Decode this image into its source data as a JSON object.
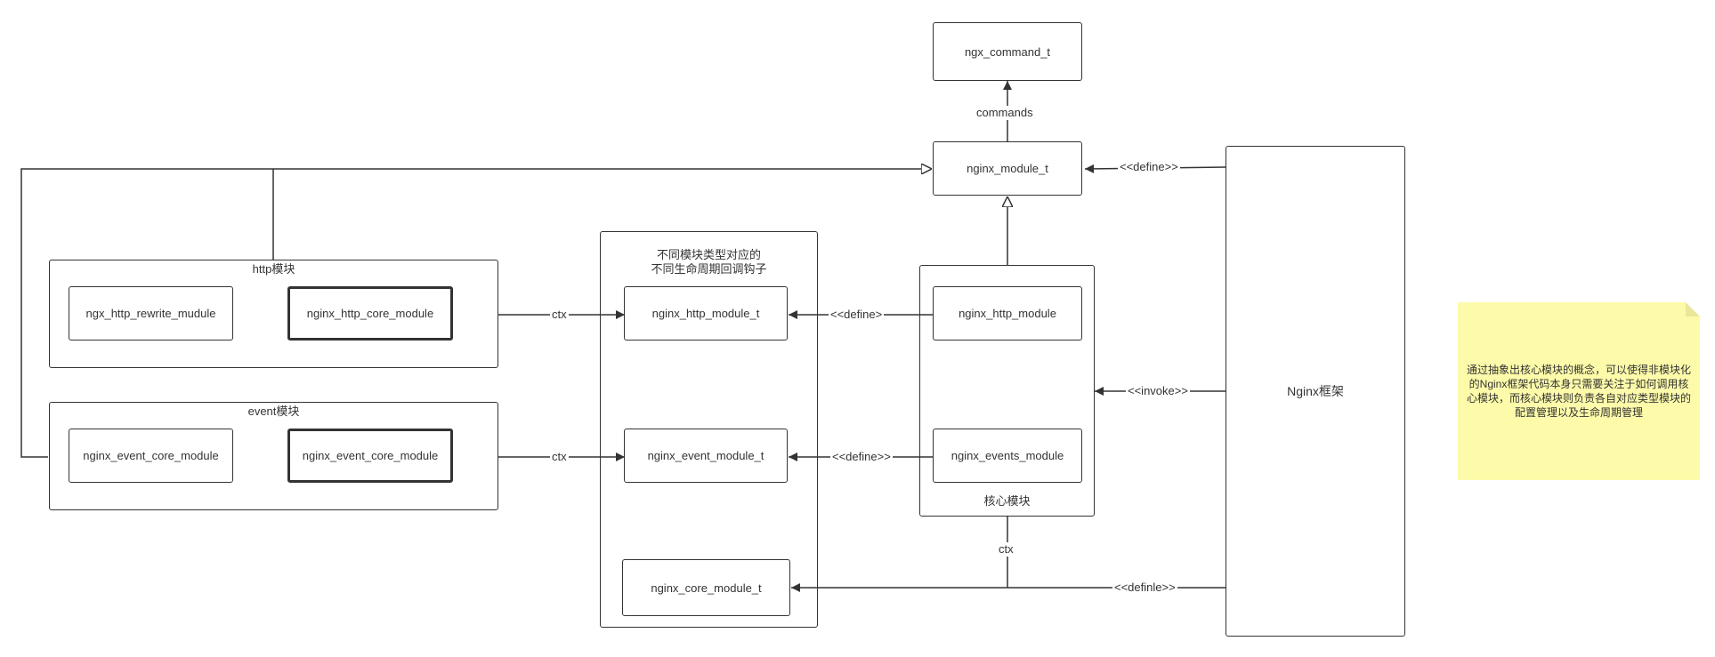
{
  "nodes": {
    "ngx_command_t": "ngx_command_t",
    "nginx_module_t": "nginx_module_t",
    "ngx_http_rewrite_mudule": "ngx_http_rewrite_mudule",
    "nginx_http_core_module": "nginx_http_core_module",
    "nginx_event_core_module_a": "nginx_event_core_module",
    "nginx_event_core_module_b": "nginx_event_core_module",
    "nginx_http_module_t": "nginx_http_module_t",
    "nginx_event_module_t": "nginx_event_module_t",
    "nginx_core_module_t": "nginx_core_module_t",
    "nginx_http_module": "nginx_http_module",
    "nginx_events_module": "nginx_events_module",
    "nginx_framework": "Nginx框架"
  },
  "groups": {
    "http": "http模块",
    "event": "event模块",
    "hooks": "不同模块类型对应的\n不同生命周期回调钩子",
    "core": "核心模块"
  },
  "edge_labels": {
    "commands": "commands",
    "define_top": "<<define>>",
    "invoke": "<<invoke>>",
    "definle": "<<definle>>",
    "define_http": "<<define>",
    "define_event": "<<define>>",
    "ctx_http": "ctx",
    "ctx_event": "ctx",
    "ctx_core": "ctx"
  },
  "note": "通过抽象出核心模块的概念，可以使得非模块化的Nginx框架代码本身只需要关注于如何调用核心模块，而核心模块则负责各自对应类型模块的配置管理以及生命周期管理",
  "colors": {
    "line": "#333333",
    "note_bg": "#fdfbaa"
  }
}
